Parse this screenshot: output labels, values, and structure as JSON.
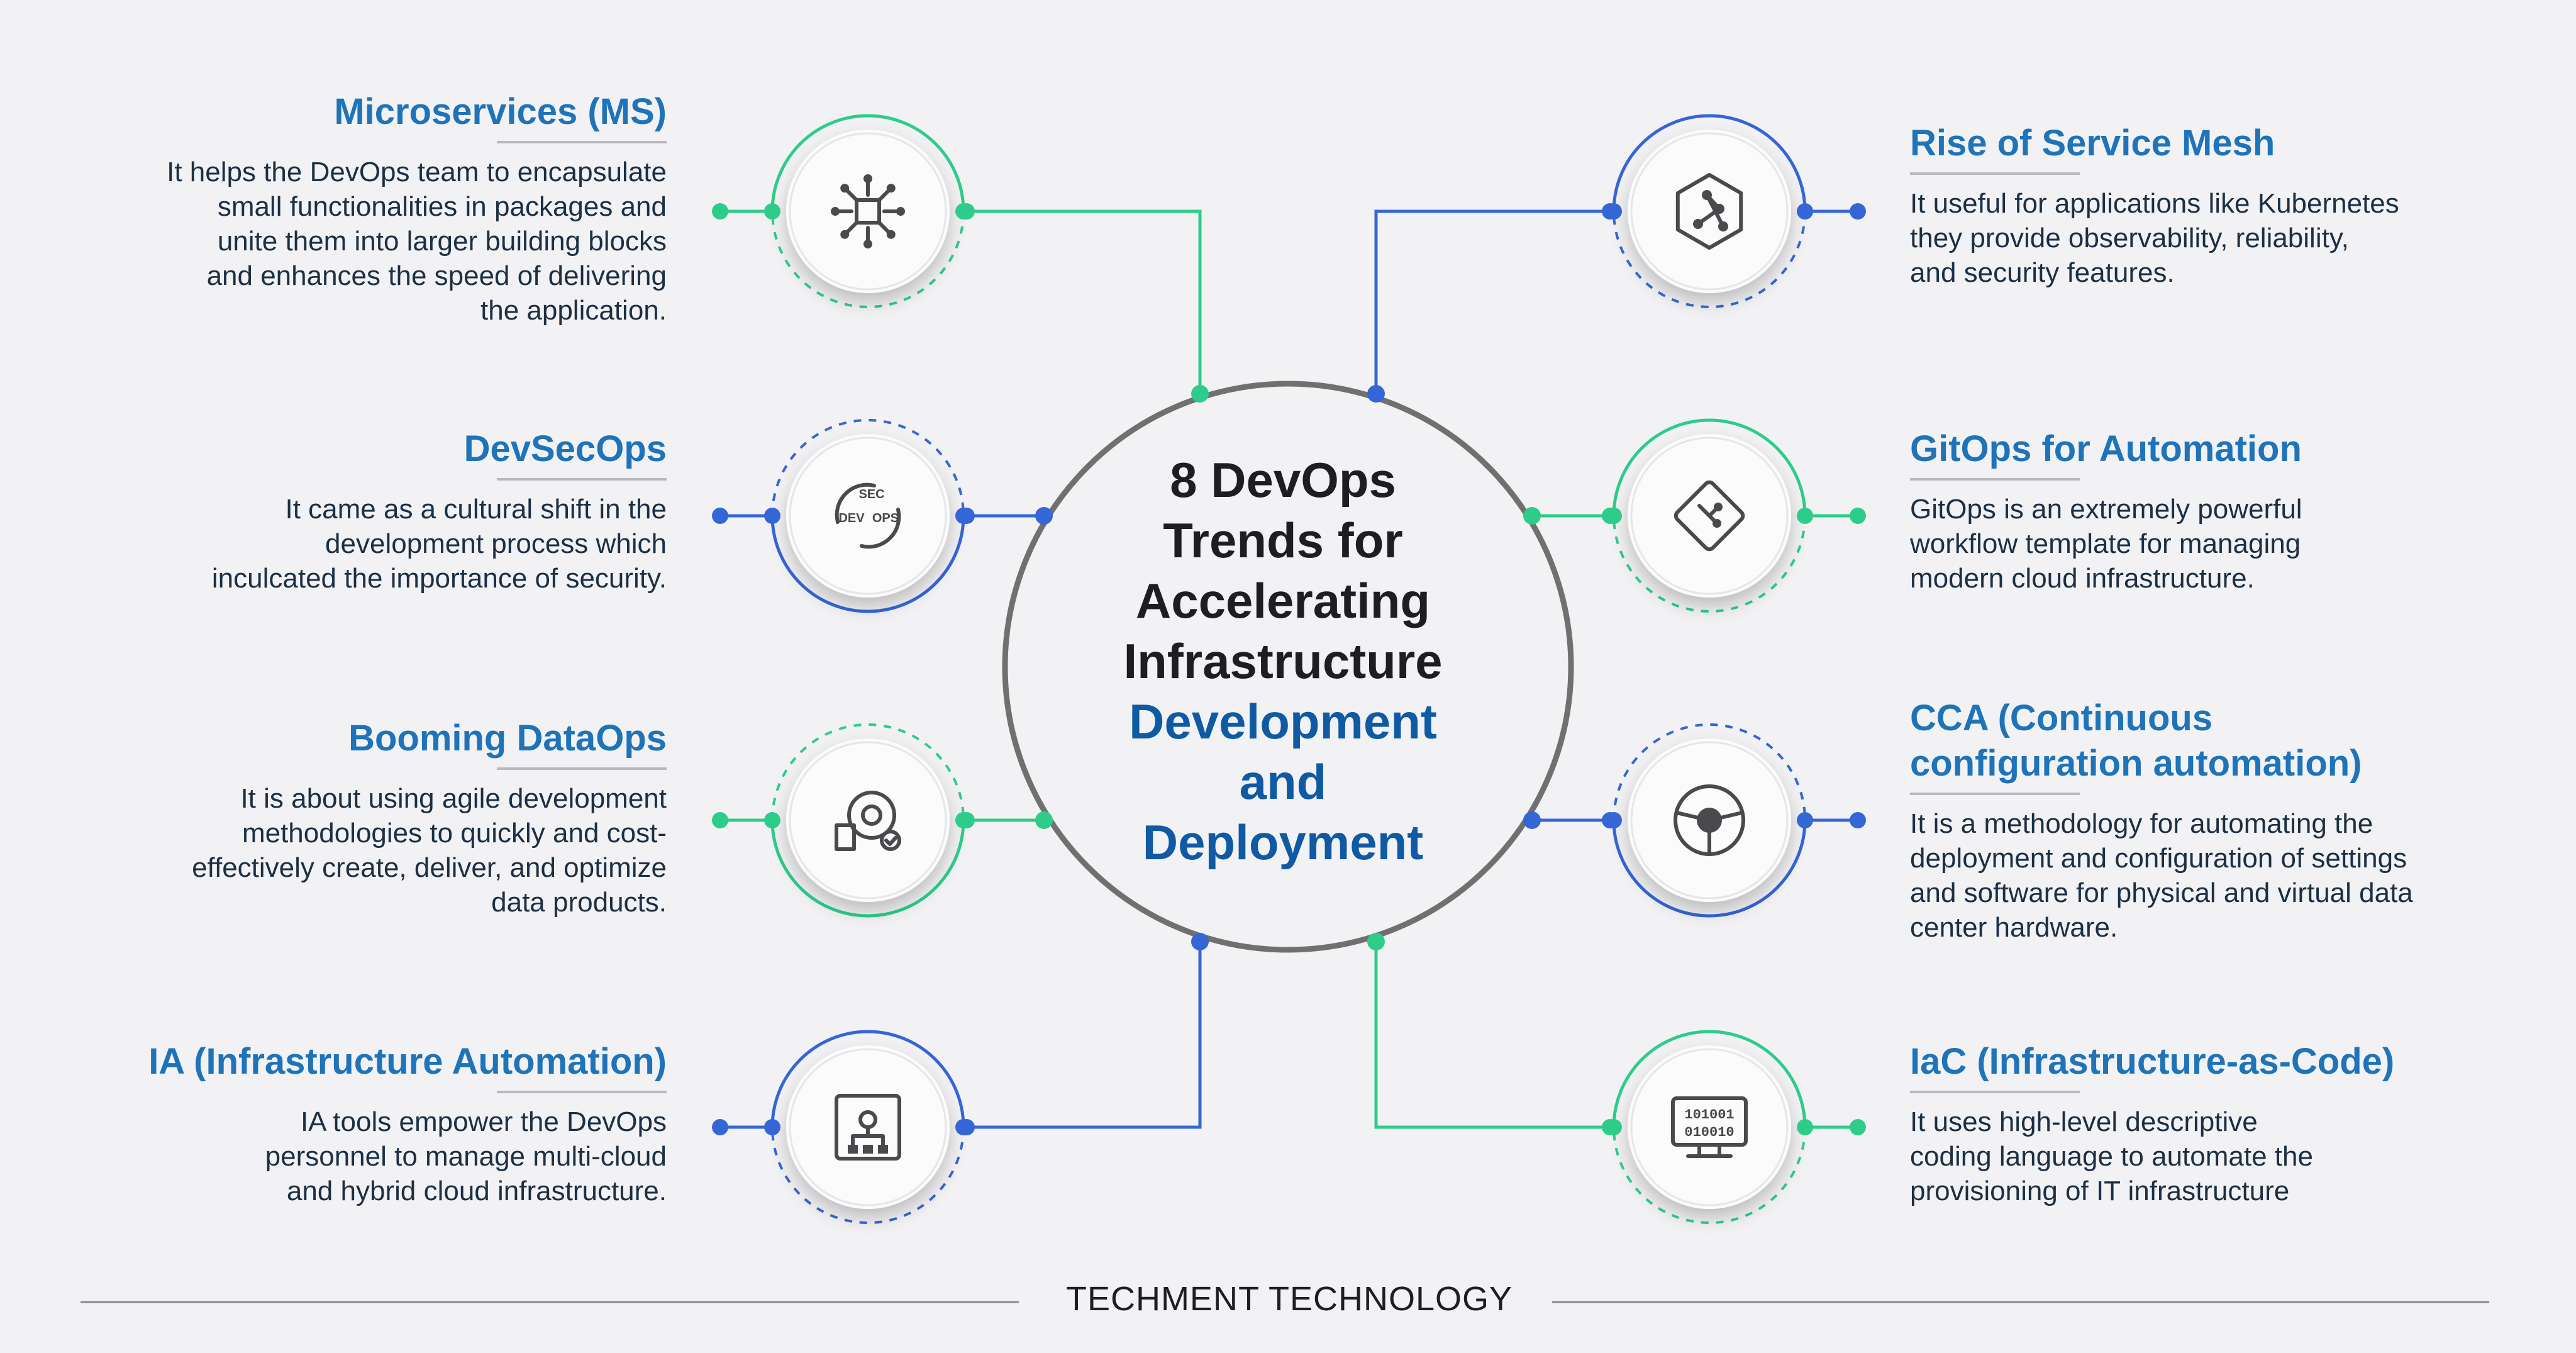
{
  "center": {
    "title_dark": [
      "8 DevOps",
      "Trends for",
      "Accelerating",
      "Infrastructure"
    ],
    "title_blue": [
      "Development",
      "and",
      "Deployment"
    ]
  },
  "trends": [
    {
      "side": "left",
      "title": "Microservices (MS)",
      "icon": "network-nodes-icon",
      "description": "It helps the DevOps team to encapsulate\nsmall functionalities in packages and\nunite them into larger building blocks\nand enhances the speed of delivering\nthe application."
    },
    {
      "side": "left",
      "title": "DevSecOps",
      "icon": "devsecops-cycle-icon",
      "icon_text": [
        "SEC",
        "DEV",
        "OPS"
      ],
      "description": "It came as a cultural shift in the\ndevelopment process which\ninculcated the importance of security."
    },
    {
      "side": "left",
      "title": "Booming DataOps",
      "icon": "dataops-gear-icon",
      "description": "It is about using agile development\nmethodologies to quickly and cost-\neffectively create, deliver, and optimize\ndata products."
    },
    {
      "side": "left",
      "title": "IA (Infrastructure Automation)",
      "icon": "automation-flow-icon",
      "description": "IA tools empower the DevOps\npersonnel to manage multi-cloud\nand hybrid cloud infrastructure."
    },
    {
      "side": "right",
      "title": "Rise of Service Mesh",
      "icon": "service-mesh-icon",
      "description": "It useful for applications like Kubernetes\nthey provide observability, reliability,\nand security features."
    },
    {
      "side": "right",
      "title": "GitOps for Automation",
      "icon": "git-icon",
      "description": "GitOps is an extremely powerful\nworkflow template for managing\nmodern cloud infrastructure."
    },
    {
      "side": "right",
      "title": "CCA (Continuous\nconfiguration automation)",
      "icon": "steering-wheel-icon",
      "description": "It is a methodology for automating the\ndeployment and configuration of settings\nand software for physical and virtual data\ncenter hardware."
    },
    {
      "side": "right",
      "title": "IaC (Infrastructure-as-Code)",
      "icon": "binary-monitor-icon",
      "icon_text": [
        "101001",
        "010010"
      ],
      "description": "It uses high-level descriptive\ncoding language to automate the\nprovisioning of IT infrastructure"
    }
  ],
  "footer": "TECHMENT TECHNOLOGY",
  "colors": {
    "green": "#2ecc8a",
    "blue": "#3566d6",
    "title_blue": "#1f73b8",
    "center_blue": "#0f5aa2",
    "text": "#1c2f44",
    "ring": "#707070",
    "background": "#f2f2f4"
  }
}
